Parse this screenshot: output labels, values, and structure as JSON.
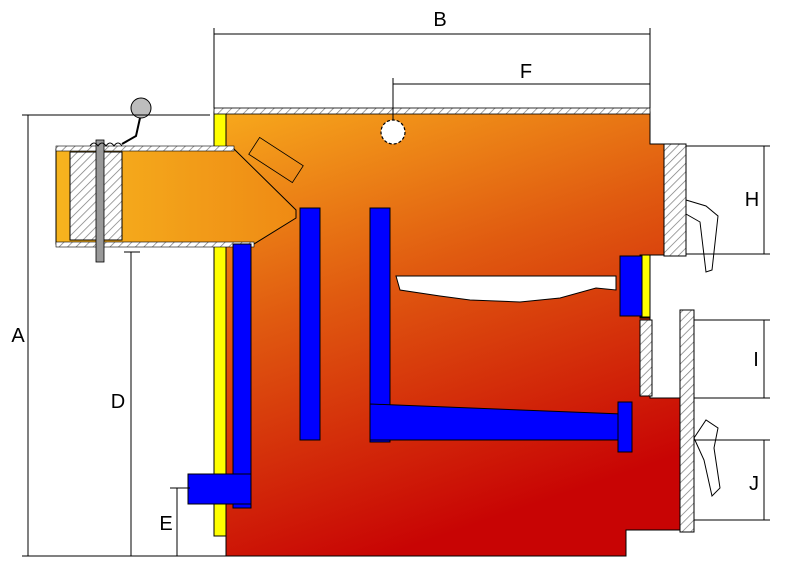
{
  "labels": {
    "A": "A",
    "B": "B",
    "D": "D",
    "E": "E",
    "F": "F",
    "H": "H",
    "I": "I",
    "J": "J"
  },
  "colors": {
    "body_top": "#f4a31a",
    "body_bottom": "#cc0000",
    "insulation": "#ffff00",
    "water_channel": "#0000ff",
    "hatch": "#888888",
    "outline": "#000000"
  }
}
